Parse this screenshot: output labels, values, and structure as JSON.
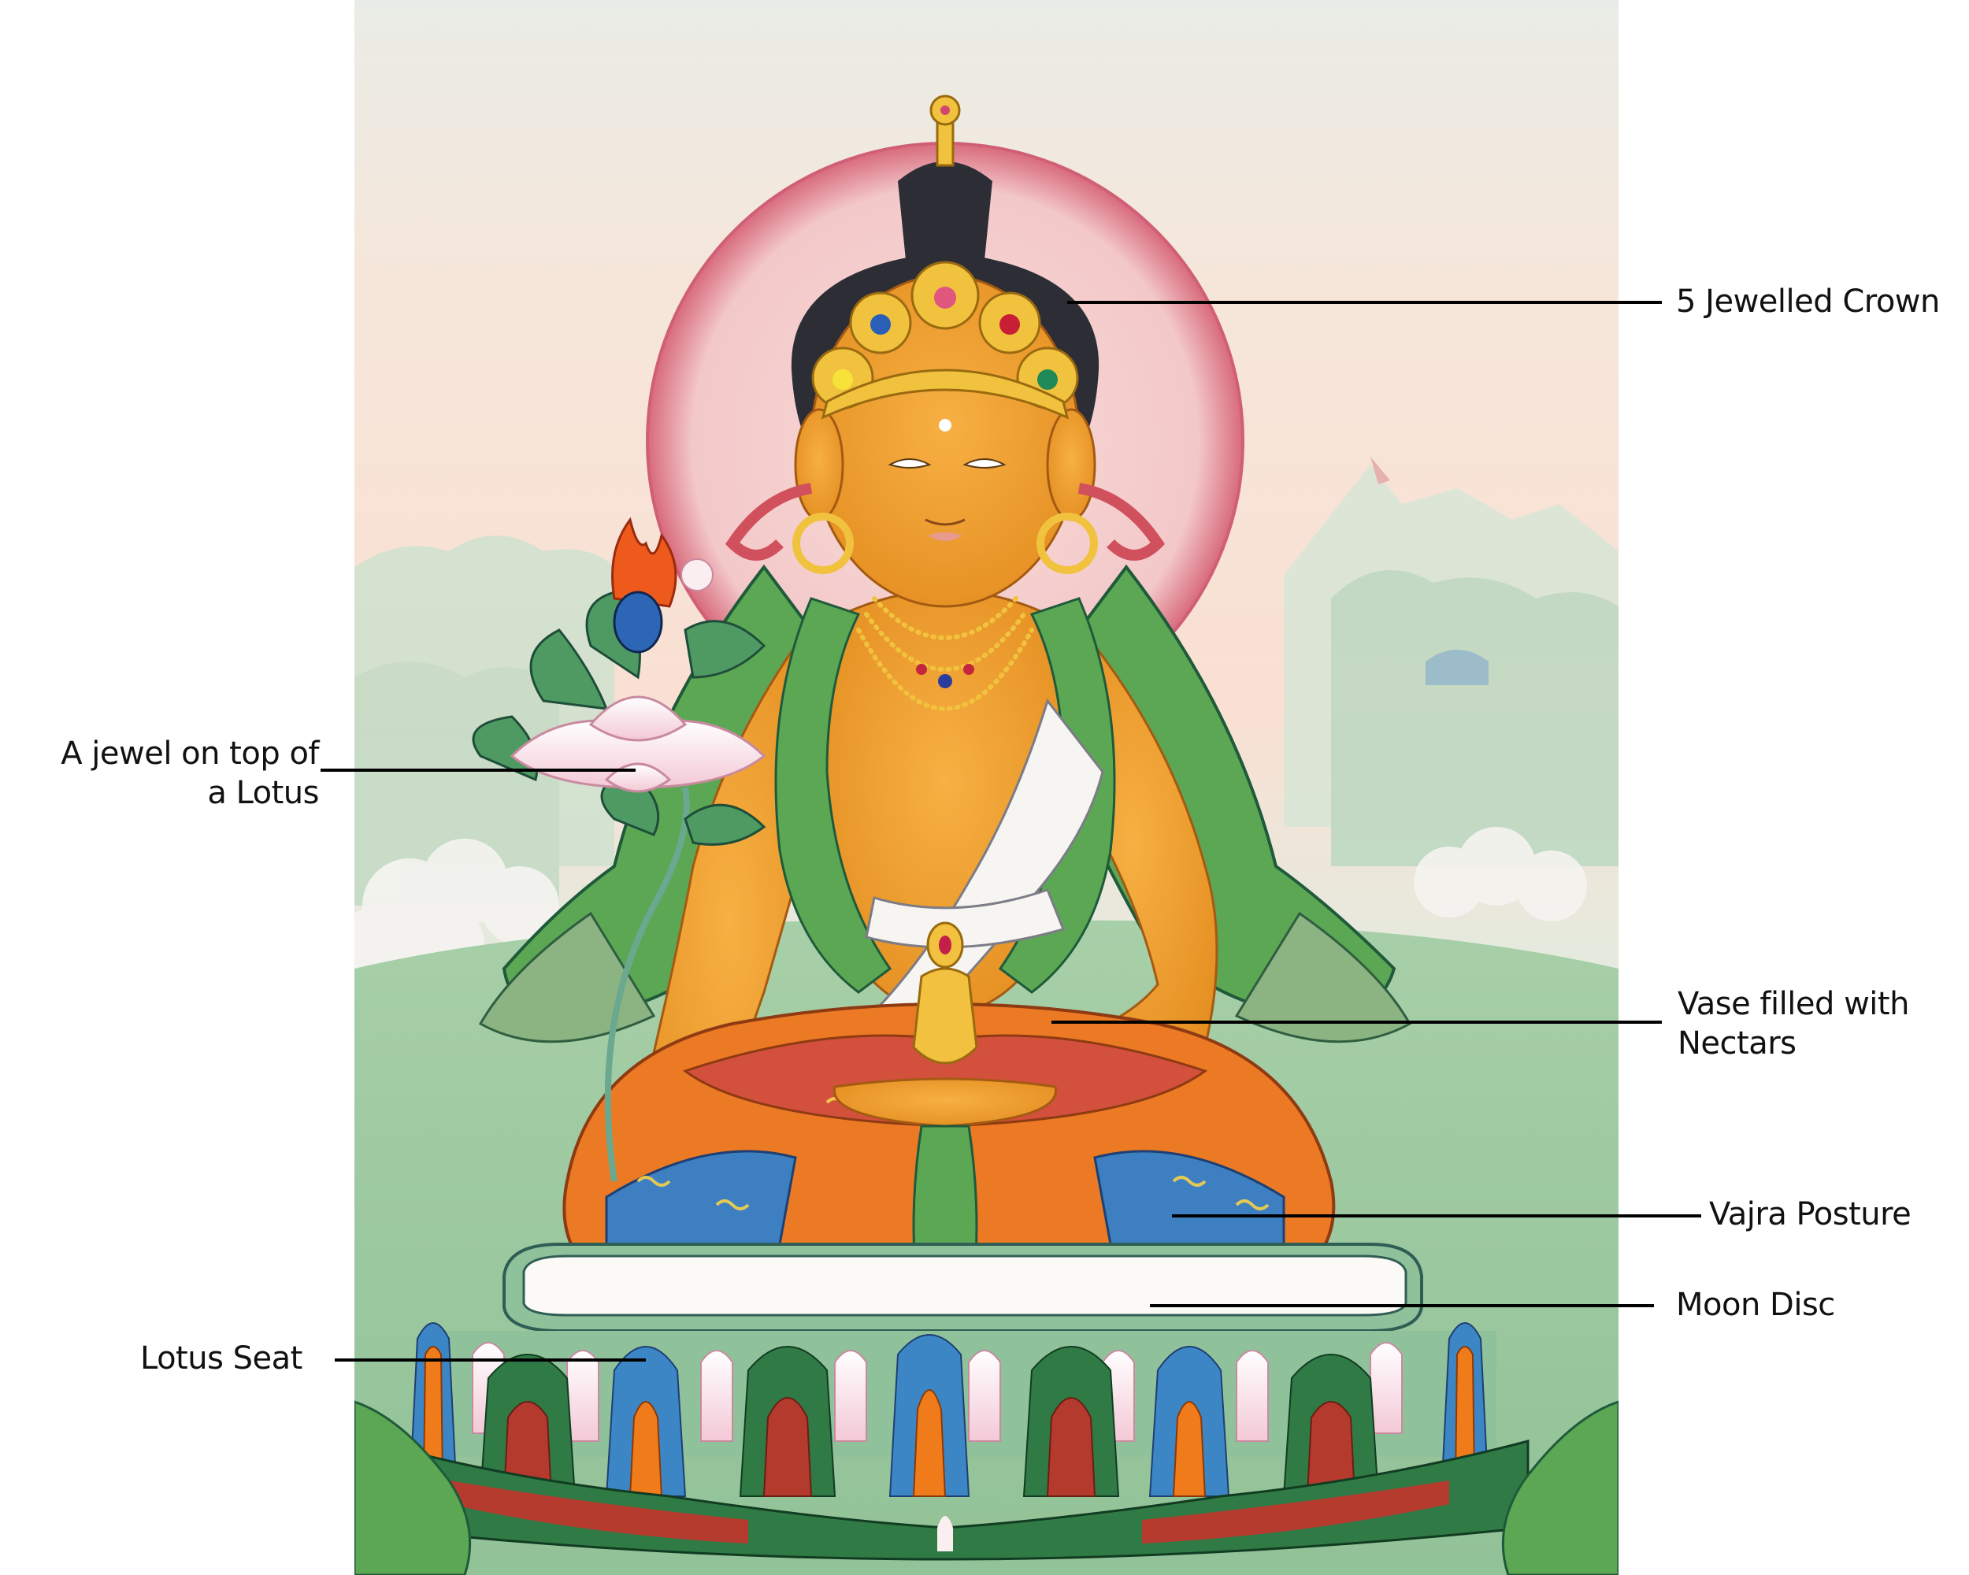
{
  "figure": {
    "subject": "Tibetan thangka painting of a seated bodhisattva",
    "colors": {
      "sky_top": "#eef0ea",
      "sky_warm": "#f8e2d6",
      "halo": "#f2c7c8",
      "halo_edge": "#d2667a",
      "skin": "#f2a233",
      "robe_green": "#5aa552",
      "robe_red": "#d2503c",
      "robe_orange": "#ec7a24",
      "scarf_white": "#f6f5f2",
      "ground": "#9cc79f",
      "lotus_blue": "#3d86c6",
      "lotus_green": "#2f7a45",
      "lotus_red": "#b43a2e",
      "lotus_orange": "#f07b1b",
      "petal_white": "#fbeef0",
      "leader_line": "#000000"
    }
  },
  "annotations": [
    {
      "id": "crown",
      "text": "5 Jewelled Crown"
    },
    {
      "id": "jewel-lotus",
      "lines": [
        "A jewel on top of",
        "a Lotus"
      ]
    },
    {
      "id": "vase",
      "lines": [
        "Vase filled with",
        "Nectars"
      ]
    },
    {
      "id": "vajra-posture",
      "text": "Vajra Posture"
    },
    {
      "id": "moon-disc",
      "text": "Moon Disc"
    },
    {
      "id": "lotus-seat",
      "text": "Lotus Seat"
    }
  ]
}
